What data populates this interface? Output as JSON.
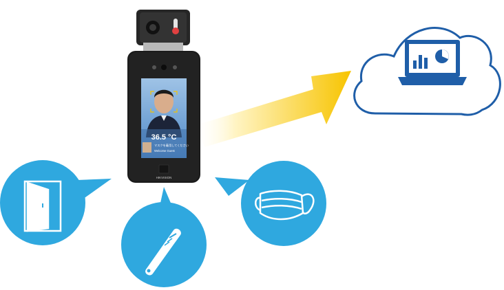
{
  "device": {
    "temperature_reading": "36.5 °C",
    "status_line_1": "マスクを着用してください",
    "status_line_2": "Welcome Guest",
    "brand": "HIKVISION"
  },
  "icons": {
    "cloud": "cloud-laptop-chart-icon",
    "door": "door-icon",
    "thermometer": "thermometer-icon",
    "mask": "face-mask-icon"
  },
  "colors": {
    "icon_blue": "#2fa8df",
    "cloud_outline": "#1f5ea8",
    "arrow_start": "#fff7cf",
    "arrow_end": "#f7c400",
    "device_body": "#1b1b1b"
  }
}
